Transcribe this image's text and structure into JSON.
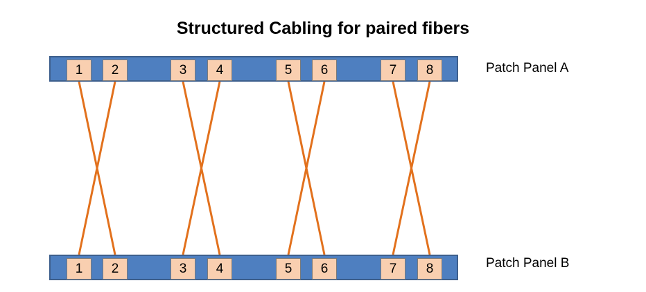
{
  "title": "Structured Cabling for paired fibers",
  "panel_a": {
    "label": "Patch Panel A",
    "ports": [
      "1",
      "2",
      "3",
      "4",
      "5",
      "6",
      "7",
      "8"
    ]
  },
  "panel_b": {
    "label": "Patch Panel B",
    "ports": [
      "1",
      "2",
      "3",
      "4",
      "5",
      "6",
      "7",
      "8"
    ]
  },
  "connections": [
    {
      "from": "1",
      "to": "2"
    },
    {
      "from": "2",
      "to": "1"
    },
    {
      "from": "3",
      "to": "4"
    },
    {
      "from": "4",
      "to": "3"
    },
    {
      "from": "5",
      "to": "6"
    },
    {
      "from": "6",
      "to": "5"
    },
    {
      "from": "7",
      "to": "8"
    },
    {
      "from": "8",
      "to": "7"
    }
  ],
  "colors": {
    "panel": "#4e7fc0",
    "port": "#f9cfb0",
    "cable": "#e2711d"
  }
}
